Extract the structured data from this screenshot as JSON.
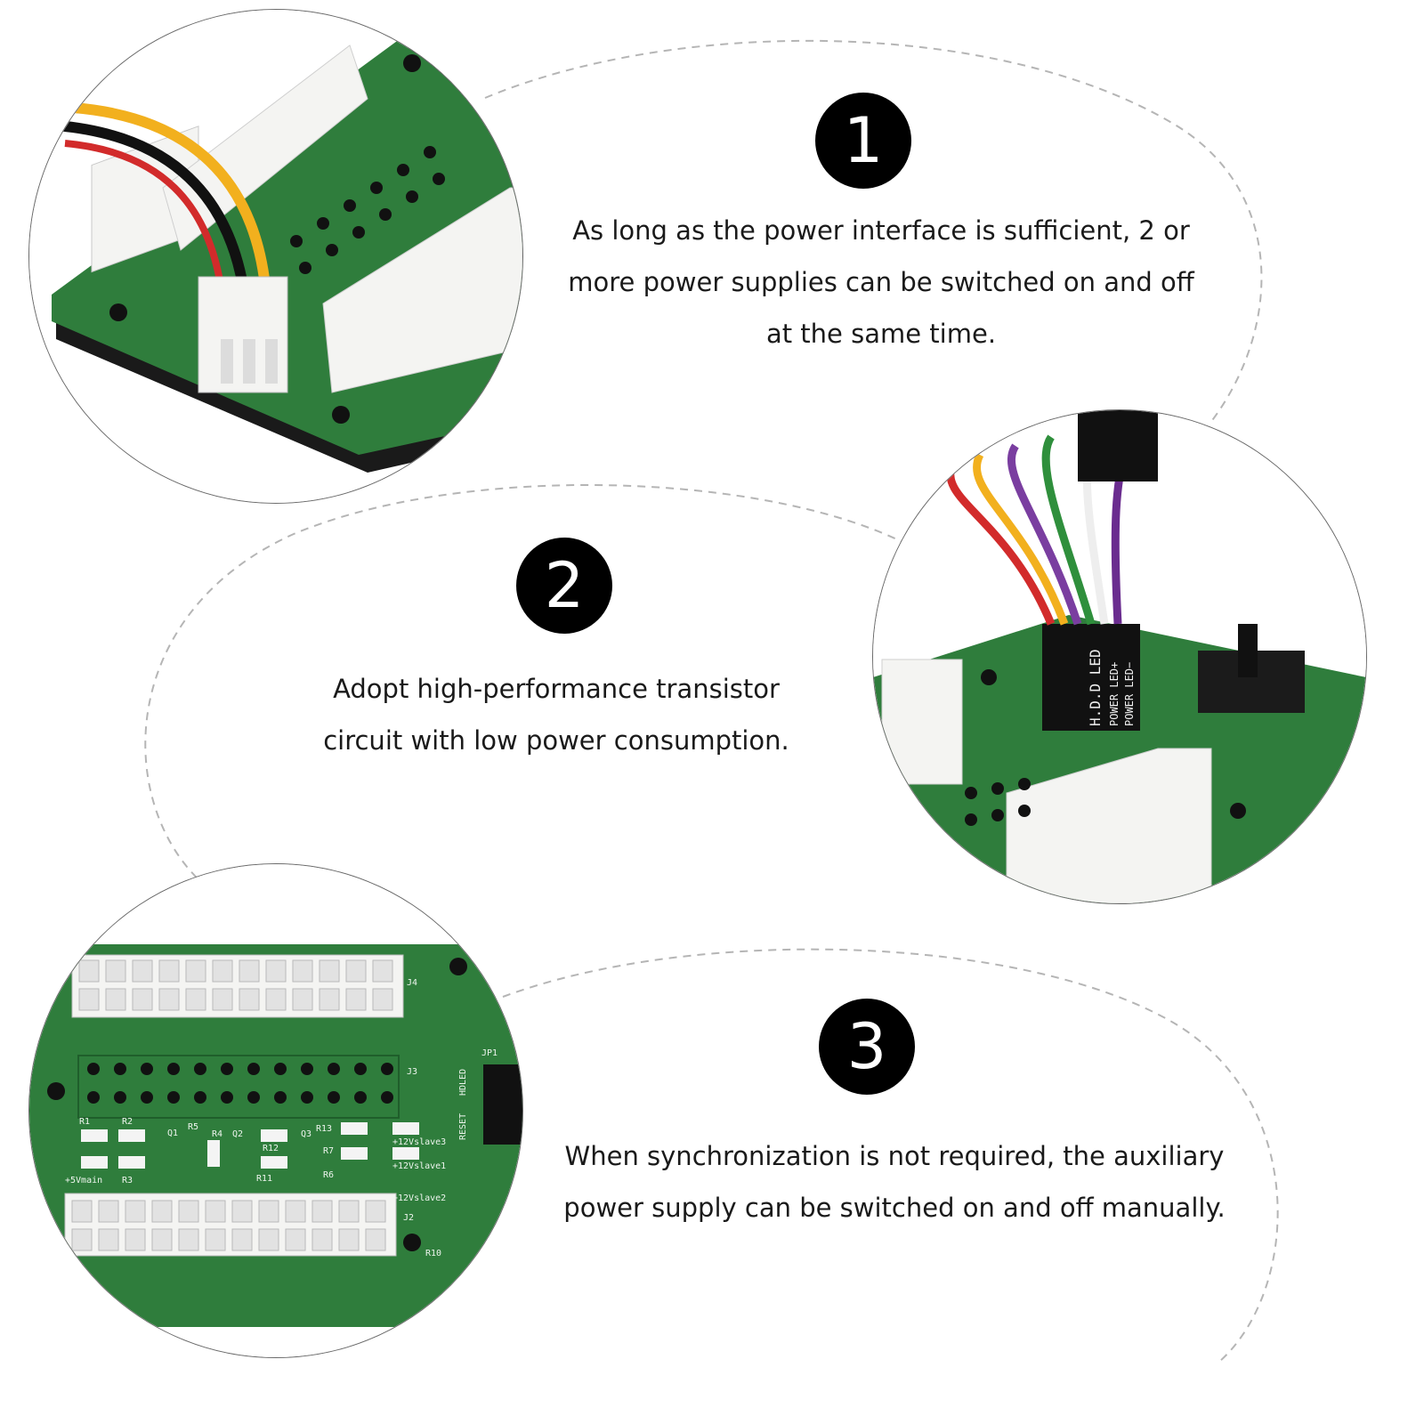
{
  "features": [
    {
      "number": "1",
      "description": "As long as the power interface is sufficient, 2 or more power supplies can be switched on and off at the same time."
    },
    {
      "number": "2",
      "description": "Adopt high-performance transistor circuit with low power consumption."
    },
    {
      "number": "3",
      "description": "When synchronization is not required, the auxiliary power supply can be switched on and off manually."
    }
  ],
  "board_labels": {
    "j4": "J4",
    "j3": "J3",
    "j2": "J2",
    "jp1": "JP1",
    "hdled": "HDLED",
    "reset": "RESET",
    "r1": "R1",
    "r2": "R2",
    "r3": "R3",
    "r4": "R4",
    "r5": "R5",
    "r6": "R6",
    "r7": "R7",
    "r10": "R10",
    "r11": "R11",
    "r12": "R12",
    "r13": "R13",
    "q1": "Q1",
    "q2": "Q2",
    "q3": "Q3",
    "v5main": "+5Vmain",
    "v12s3": "+12Vslave3",
    "v12s1": "+12Vslave1",
    "v12s2": "+12Vslave2",
    "hdd_led": "H.D.D LED",
    "power_led_plus": "POWER LED+",
    "power_led_minus": "POWER LED−"
  },
  "colors": {
    "pcb_green": "#2f7d3c",
    "pcb_dark": "#1f5e2b",
    "connector_white": "#f4f4f2",
    "dashed_line": "#b5b5b5"
  }
}
